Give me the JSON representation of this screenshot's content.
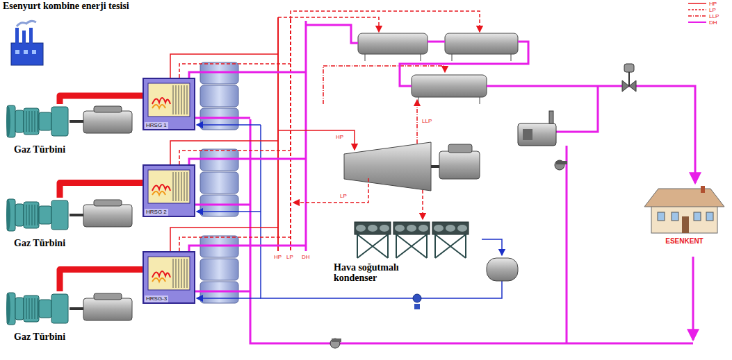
{
  "diagram": {
    "title": "Esenyurt kombine enerji tesisi",
    "nodes": [
      {
        "text": [
          "Gaz Türbini"
        ]
      },
      {
        "text": [
          "HRSG 1"
        ]
      },
      {
        "text": [
          "Gaz Türbini"
        ]
      },
      {
        "text": [
          "HRSG 2"
        ]
      },
      {
        "text": [
          "Gaz Türbini"
        ]
      },
      {
        "text": [
          "HRSG-3"
        ]
      },
      {
        "text": [
          "Hava soğutmalı kondenser"
        ]
      },
      {
        "text": [
          "ESENKENT"
        ]
      }
    ],
    "edges": [
      {
        "from": 0,
        "to": 1,
        "arrow": "none"
      },
      {
        "from": 2,
        "to": 3,
        "arrow": "none"
      },
      {
        "from": 4,
        "to": 5,
        "arrow": "none"
      }
    ],
    "labels": [
      "HP",
      "LP",
      "DH",
      "HP",
      "LP",
      "LLP"
    ],
    "legend": [
      {
        "text": "HP"
      },
      {
        "text": "LP"
      },
      {
        "text": "LLP"
      },
      {
        "text": "DH"
      }
    ]
  }
}
